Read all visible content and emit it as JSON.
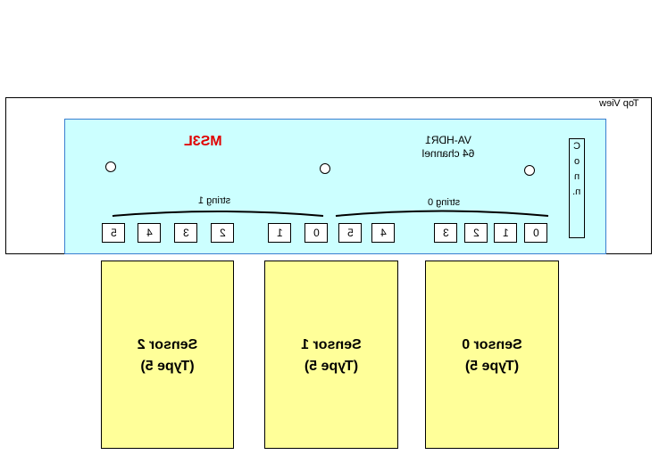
{
  "frame": {
    "label": "Top View"
  },
  "board": {
    "brand": "MS3L",
    "model": "VA-HDR1",
    "channels": "64 channel",
    "connector_letters": [
      "C",
      "o",
      "n",
      "n."
    ]
  },
  "strings": [
    {
      "label": "string 1",
      "ports": [
        "5",
        "4",
        "3",
        "2",
        "1",
        "0"
      ]
    },
    {
      "label": "string 0",
      "ports": [
        "5",
        "4",
        "3",
        "2",
        "1",
        "0"
      ]
    }
  ],
  "sensors": [
    {
      "name": "Sensor 2",
      "type": "(Type 5)"
    },
    {
      "name": "Sensor 1",
      "type": "(Type 5)"
    },
    {
      "name": "Sensor 0",
      "type": "(Type 5)"
    }
  ],
  "colors": {
    "board_fill": "#ccffff",
    "board_border": "#3a7fd0",
    "brand_text": "#e00000",
    "sensor_fill": "#ffff99"
  }
}
